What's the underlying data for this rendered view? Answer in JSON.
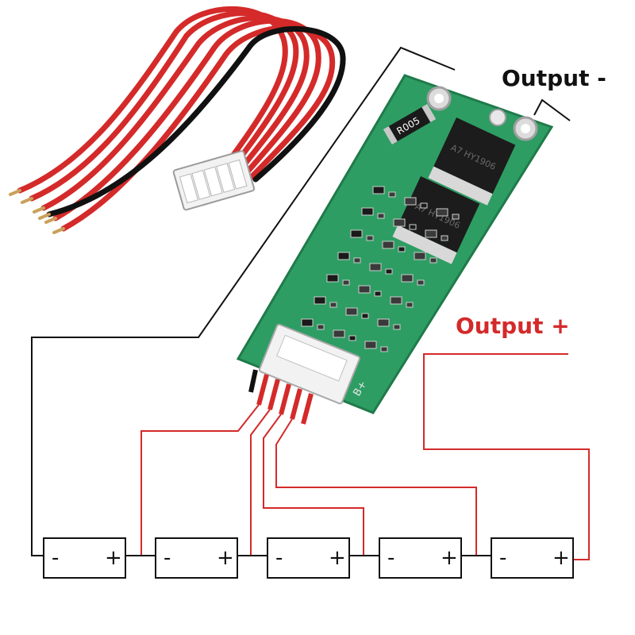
{
  "labels": {
    "output_negative": "Output -",
    "output_positive": "Output +"
  },
  "board": {
    "silk_resistor": "R005",
    "silk_bplus": "B+",
    "mosfet_marking": "A7 HY1906"
  },
  "cells": [
    {
      "minus": "-",
      "plus": "+"
    },
    {
      "minus": "-",
      "plus": "+"
    },
    {
      "minus": "-",
      "plus": "+"
    },
    {
      "minus": "-",
      "plus": "+"
    },
    {
      "minus": "-",
      "plus": "+"
    }
  ],
  "colors": {
    "wire_red": "#d42a2a",
    "wire_black": "#111111",
    "pcb_green": "#2e9d63",
    "connector_white": "#f2f2f2",
    "label_negative": "#111111",
    "label_positive": "#d42a2a"
  },
  "icons": [
    "battery-cell-icon",
    "mosfet-icon",
    "connector-icon",
    "wire-harness-icon"
  ]
}
